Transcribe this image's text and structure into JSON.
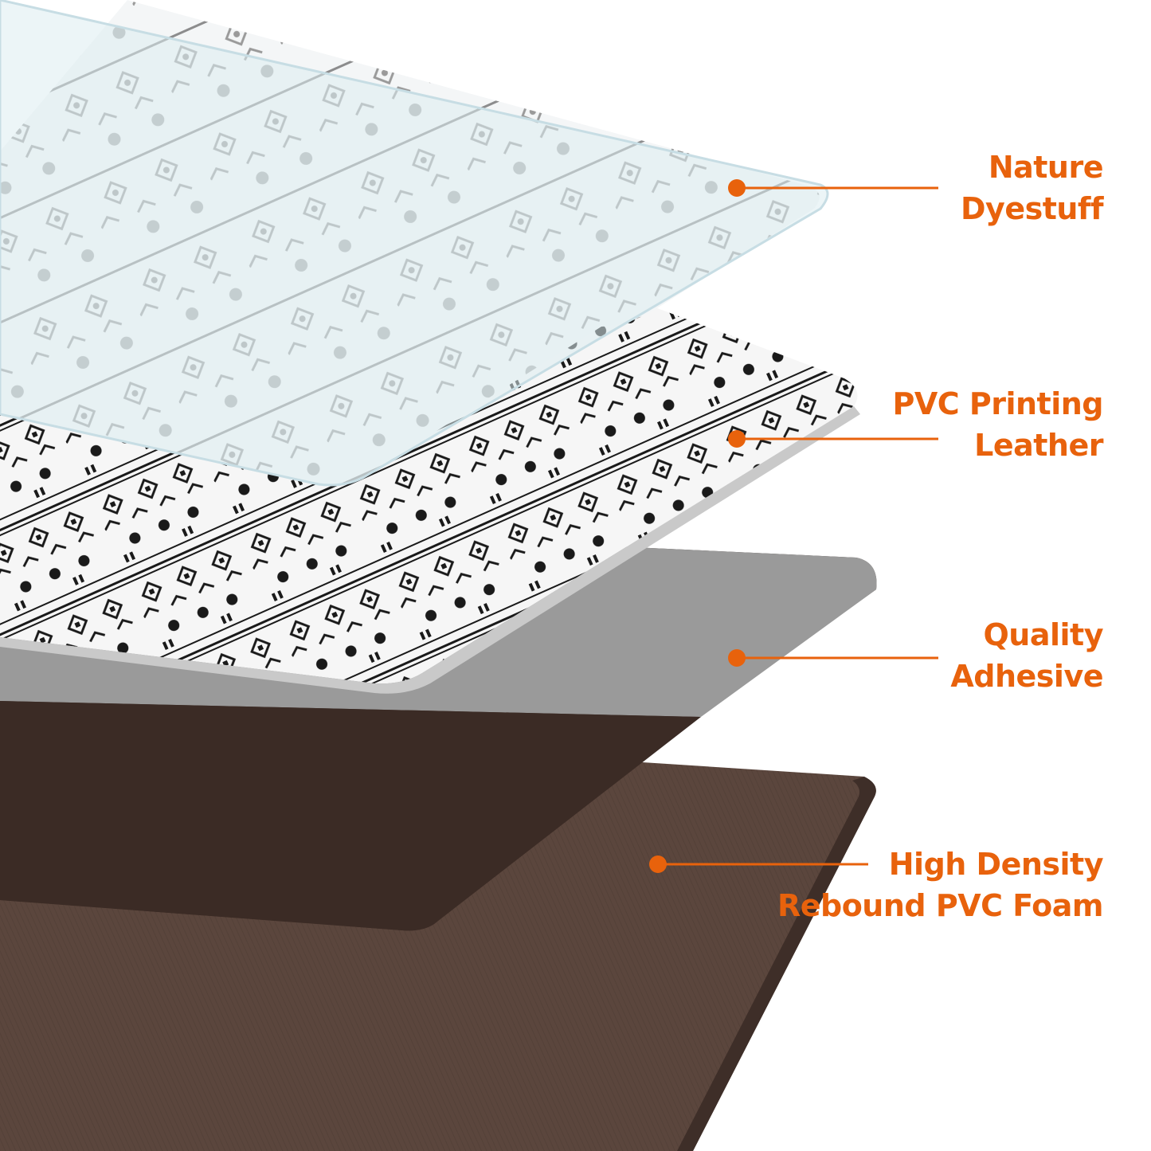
{
  "accent_color": "#e8620c",
  "layers": [
    {
      "line1": "Nature",
      "line2": "Dyestuff",
      "icon": "callout-dot"
    },
    {
      "line1": "PVC Printing",
      "line2": "Leather",
      "icon": "callout-dot"
    },
    {
      "line1": "Quality",
      "line2": "Adhesive",
      "icon": "callout-dot"
    },
    {
      "line1": "High Density",
      "line2": "Rebound PVC Foam",
      "icon": "callout-dot"
    }
  ],
  "colors": {
    "film": "#e4f1f5",
    "print": "#f4f4f4",
    "adhesive": "#9a9a9a",
    "foam": "#5b463d",
    "foam_dark": "#3f2f29"
  }
}
